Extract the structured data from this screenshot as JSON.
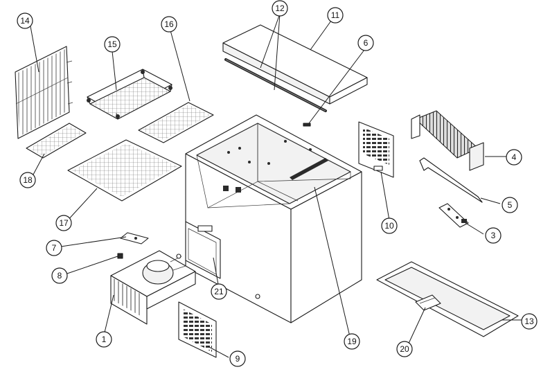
{
  "callouts": [
    {
      "id": "1",
      "label": "1"
    },
    {
      "id": "3",
      "label": "3"
    },
    {
      "id": "4",
      "label": "4"
    },
    {
      "id": "5",
      "label": "5"
    },
    {
      "id": "6",
      "label": "6"
    },
    {
      "id": "7",
      "label": "7"
    },
    {
      "id": "8",
      "label": "8"
    },
    {
      "id": "9",
      "label": "9"
    },
    {
      "id": "10",
      "label": "10"
    },
    {
      "id": "11",
      "label": "11"
    },
    {
      "id": "12",
      "label": "12"
    },
    {
      "id": "13",
      "label": "13"
    },
    {
      "id": "14",
      "label": "14"
    },
    {
      "id": "15",
      "label": "15"
    },
    {
      "id": "16",
      "label": "16"
    },
    {
      "id": "17",
      "label": "17"
    },
    {
      "id": "18",
      "label": "18"
    },
    {
      "id": "19",
      "label": "19"
    },
    {
      "id": "20",
      "label": "20"
    },
    {
      "id": "21",
      "label": "21"
    }
  ]
}
